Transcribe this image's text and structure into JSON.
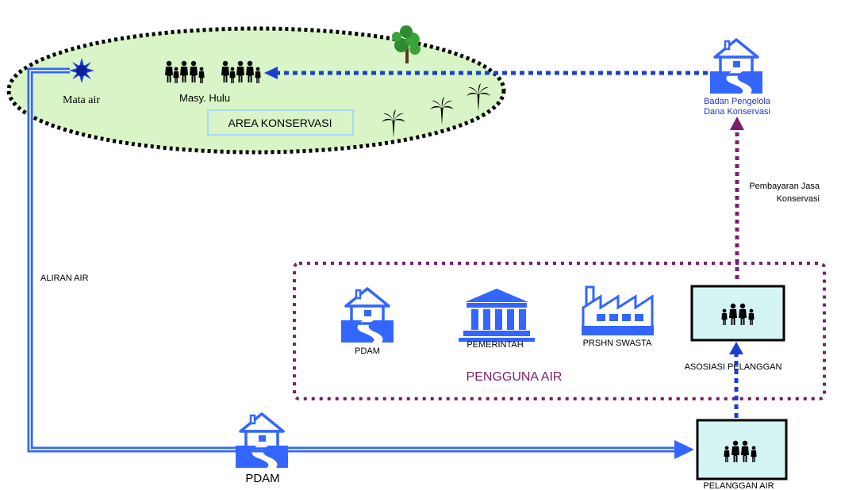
{
  "labels": {
    "mata_air": "Mata air",
    "masy_hulu": "Masy. Hulu",
    "area_konservasi": "AREA KONSERVASI",
    "badan_line1": "Badan Pengelola",
    "badan_line2": "Dana Konservasi",
    "pembayaran_line1": "Pembayaran Jasa",
    "pembayaran_line2": "Konservasi",
    "aliran_air": "ALIRAN AIR",
    "pdam_user": "PDAM",
    "pemerintah": "PEMERINTAH",
    "prshn_swasta": "PRSHN SWASTA",
    "asosiasi_pelanggan": "ASOSIASI PELANGGAN",
    "pengguna_air": "PENGGUNA AIR",
    "pdam_main": "PDAM",
    "pelanggan_air": "PELANGGAN AIR"
  },
  "colors": {
    "ellipse_fill": "#d9f5c7",
    "ellipse_stroke": "#000000",
    "blue": "#3366ff",
    "blue_dark": "#1a3fd0",
    "purple": "#7a1f6e",
    "box_fill": "#d5f5f5",
    "label_box": "#c8e8ff",
    "text": "#000000",
    "link_text": "#2233cc"
  },
  "icons": {
    "sun": "sun-icon",
    "people": "people-icon",
    "tree": "tree-icon",
    "palm": "palm-tree-icon",
    "house": "house-icon",
    "government": "government-building-icon",
    "factory": "factory-icon"
  }
}
